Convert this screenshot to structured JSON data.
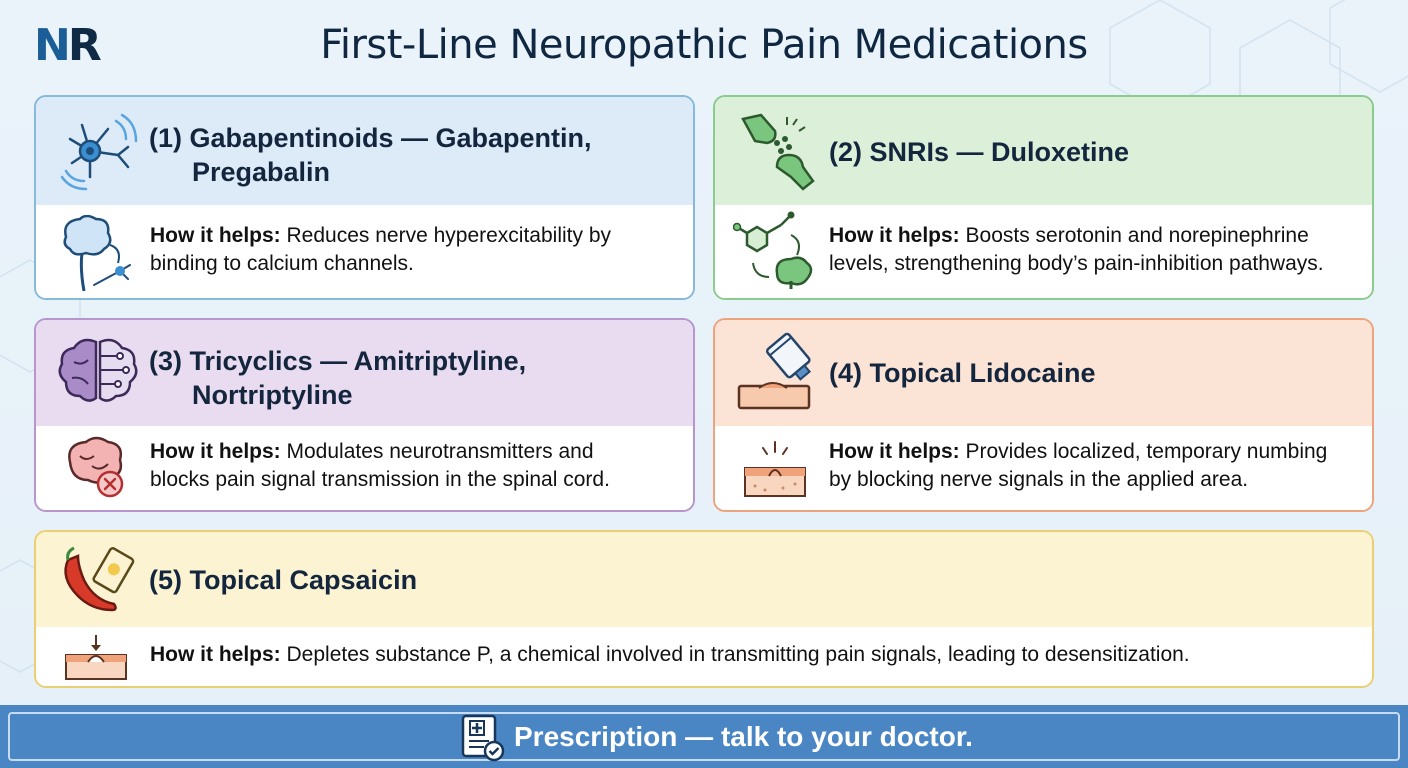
{
  "header": {
    "logo_n": "N",
    "logo_r": "R",
    "title": "First-Line Neuropathic Pain Medications"
  },
  "cards": [
    {
      "title_line1": "(1) Gabapentinoids — Gabapentin,",
      "title_line2": "Pregabalin",
      "how_label": "How it helps:",
      "how_text_line1": " Reduces nerve hyperexcitability by",
      "how_text_line2": "binding to calcium channels."
    },
    {
      "title_line1": "(2) SNRIs — Duloxetine",
      "how_label": "How it helps:",
      "how_text_line1": " Boosts serotonin and norepinephrine",
      "how_text_line2": "levels, strengthening body’s pain-inhibition pathways."
    },
    {
      "title_line1": "(3) Tricyclics — Amitriptyline,",
      "title_line2": "Nortriptyline",
      "how_label": "How it helps:",
      "how_text_line1": " Modulates neurotransmitters and",
      "how_text_line2": "blocks pain signal transmission in the spinal cord."
    },
    {
      "title_line1": "(4) Topical Lidocaine",
      "how_label": "How it helps:",
      "how_text_line1": " Provides localized, temporary numbing",
      "how_text_line2": "by blocking nerve signals in the applied area."
    },
    {
      "title_line1": "(5) Topical Capsaicin",
      "how_label": "How it helps:",
      "how_text_line1": " Depletes substance P, a chemical involved in transmitting pain signals, leading to desensitization."
    }
  ],
  "footer": {
    "text": "Prescription — talk to your doctor."
  },
  "colors": {
    "card1": "#86b9dc",
    "card2": "#8ccb8e",
    "card3": "#b696cd",
    "card4": "#eca37e",
    "card5": "#eccf72",
    "footer": "#4a86c4"
  },
  "icons": [
    "neuron-icon",
    "brain-nerve-icon",
    "synapse-icon",
    "molecule-brain-icon",
    "brain-circuit-icon",
    "brain-block-icon",
    "ointment-tube-icon",
    "skin-numb-icon",
    "chili-cream-icon",
    "skin-arrow-icon",
    "prescription-icon"
  ]
}
